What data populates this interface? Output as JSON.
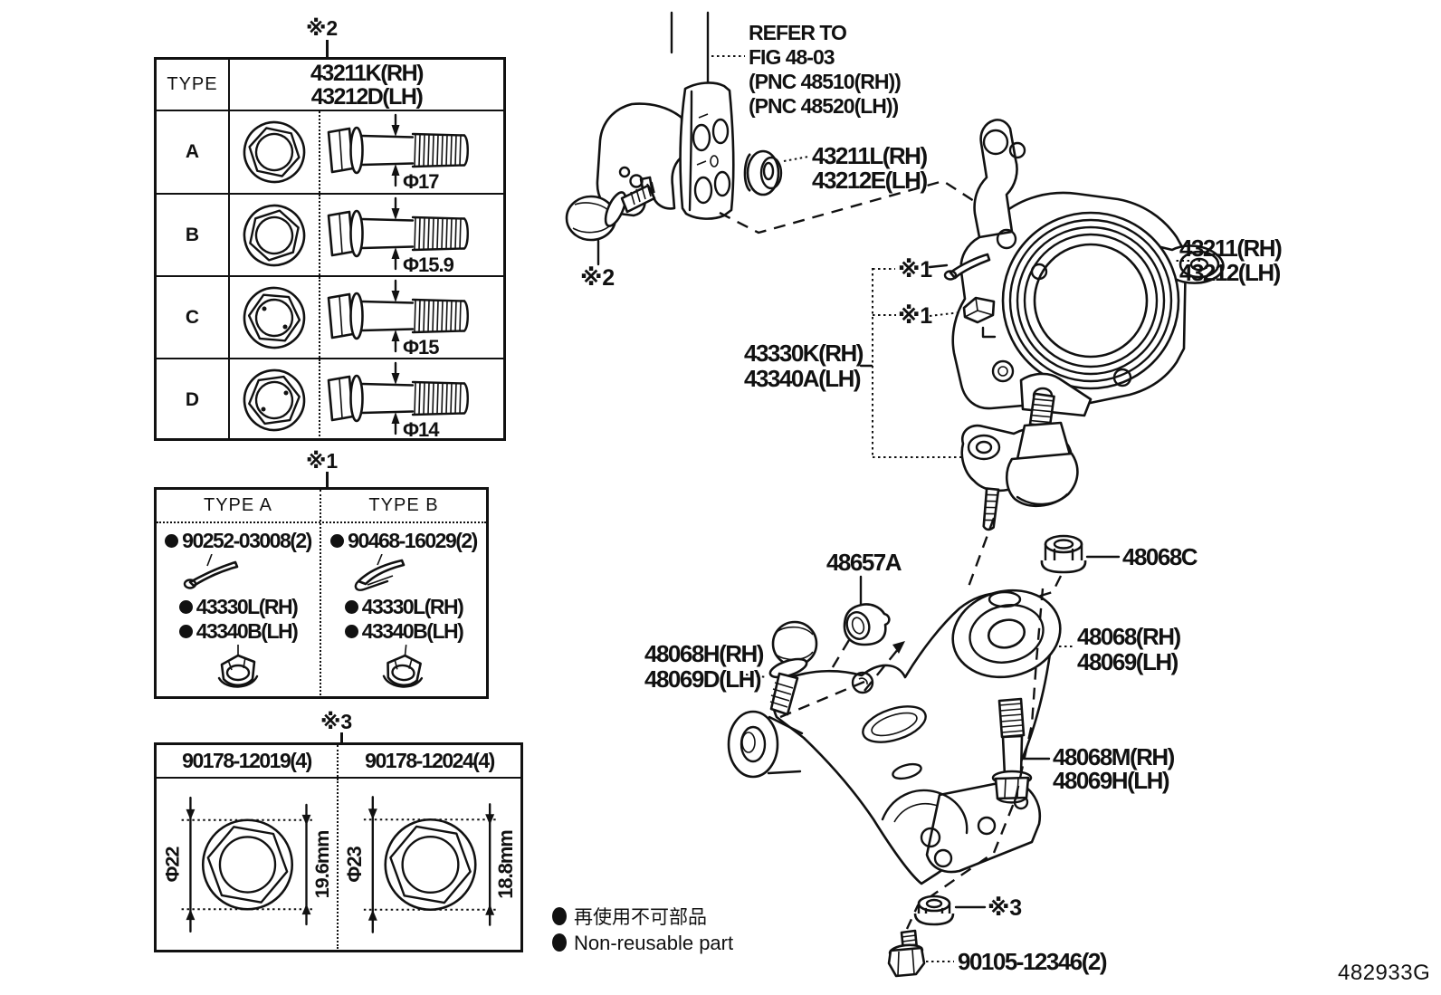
{
  "page": {
    "figure_code": "482933G",
    "line_color": "#111111",
    "background": "#ffffff"
  },
  "table_bolt_types": {
    "ref_marker": "※2",
    "header_col": "TYPE",
    "part_no_rh": "43211K(RH)",
    "part_no_lh": "43212D(LH)",
    "rows": [
      {
        "type": "A",
        "diameter": "Φ17"
      },
      {
        "type": "B",
        "diameter": "Φ15.9"
      },
      {
        "type": "C",
        "diameter": "Φ15"
      },
      {
        "type": "D",
        "diameter": "Φ14"
      }
    ]
  },
  "table_lock_types": {
    "ref_marker": "※1",
    "bullet": "●",
    "columns": [
      {
        "header": "TYPE A",
        "pin_part": "90252-03008(2)",
        "parts": [
          "43330L(RH)",
          "43340B(LH)"
        ]
      },
      {
        "header": "TYPE B",
        "pin_part": "90468-16029(2)",
        "parts": [
          "43330L(RH)",
          "43340B(LH)"
        ]
      }
    ]
  },
  "table_nuts": {
    "ref_marker": "※3",
    "columns": [
      {
        "part_no": "90178-12019(4)",
        "diameter": "Φ22",
        "height": "19.6mm"
      },
      {
        "part_no": "90178-12024(4)",
        "diameter": "Φ23",
        "height": "18.8mm"
      }
    ]
  },
  "diagram": {
    "refer_note": {
      "line1": "REFER TO",
      "line2": "FIG 48-03",
      "line3": "(PNC 48510(RH))",
      "line4": "(PNC 48520(LH))"
    },
    "ref_markers": {
      "r1": "※1",
      "r2": "※2",
      "r3": "※3"
    },
    "labels": {
      "knuckle_bush_rh": "43211L(RH)",
      "knuckle_bush_lh": "43212E(LH)",
      "knuckle_rh": "43211(RH)",
      "knuckle_lh": "43212(LH)",
      "ball_joint_rh": "43330K(RH)",
      "ball_joint_lh": "43340A(LH)",
      "cam_washer": "48657A",
      "arm_nut": "48068C",
      "arm_rh": "48068(RH)",
      "arm_lh": "48069(LH)",
      "arm_bolt_front_rh": "48068H(RH)",
      "arm_bolt_front_lh": "48069D(LH)",
      "arm_bolt_rear_rh": "48068M(RH)",
      "arm_bolt_rear_lh": "48069H(LH)",
      "stabilizer_bolt": "90105-12346(2)"
    },
    "legend": {
      "jp": "再使用不可部品",
      "en": "Non-reusable part"
    }
  }
}
